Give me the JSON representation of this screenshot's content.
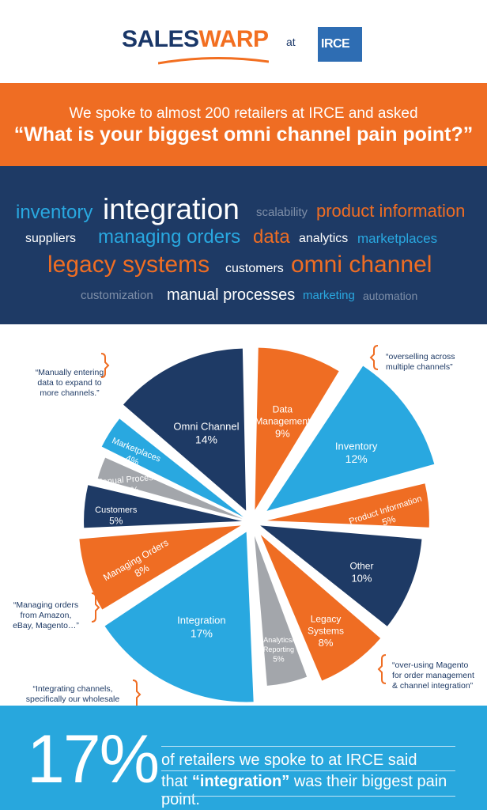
{
  "header": {
    "brand_part1": "SALES",
    "brand_part2": "WARP",
    "at": "at",
    "partner_logo": "IRCE"
  },
  "question": {
    "intro": "We spoke to almost 200 retailers at IRCE and asked",
    "headline": "“What is your biggest omni channel pain point?”"
  },
  "word_cloud": [
    {
      "text": "inventory",
      "color": "#29a8e0"
    },
    {
      "text": "integration",
      "color": "#ffffff"
    },
    {
      "text": "scalability",
      "color": "#7f8fa8"
    },
    {
      "text": "product information",
      "color": "#ef6d23"
    },
    {
      "text": "suppliers",
      "color": "#ffffff"
    },
    {
      "text": "managing orders",
      "color": "#29a8e0"
    },
    {
      "text": "data",
      "color": "#ef6d23"
    },
    {
      "text": "analytics",
      "color": "#ffffff"
    },
    {
      "text": "marketplaces",
      "color": "#29a8e0"
    },
    {
      "text": "legacy systems",
      "color": "#ef6d23"
    },
    {
      "text": "customers",
      "color": "#ffffff"
    },
    {
      "text": "omni channel",
      "color": "#ef6d23"
    },
    {
      "text": "customization",
      "color": "#7f8fa8"
    },
    {
      "text": "manual processes",
      "color": "#ffffff"
    },
    {
      "text": "marketing",
      "color": "#29a8e0"
    },
    {
      "text": "automation",
      "color": "#7f8fa8"
    }
  ],
  "chart_data": {
    "type": "pie",
    "values_unit": "%",
    "slices": [
      {
        "label": "Data Management",
        "value": 9,
        "color": "#ef6d23"
      },
      {
        "label": "Inventory",
        "value": 12,
        "color": "#29a8e0"
      },
      {
        "label": "Product Information",
        "value": 5,
        "color": "#ef6d23"
      },
      {
        "label": "Other",
        "value": 10,
        "color": "#1e3a65"
      },
      {
        "label": "Legacy Systems",
        "value": 8,
        "color": "#ef6d23"
      },
      {
        "label": "Analytics/ Reporting",
        "value": 5,
        "color": "#a3a6ab"
      },
      {
        "label": "Integration",
        "value": 17,
        "color": "#29a8e0"
      },
      {
        "label": "Managing Orders",
        "value": 8,
        "color": "#ef6d23"
      },
      {
        "label": "Customers",
        "value": 5,
        "color": "#1e3a65"
      },
      {
        "label": "Manual Processes",
        "value": 3,
        "color": "#a3a6ab"
      },
      {
        "label": "Marketplaces",
        "value": 4,
        "color": "#29a8e0"
      },
      {
        "label": "Omni Channel",
        "value": 14,
        "color": "#1e3a65"
      }
    ],
    "annotations": [
      {
        "text": "“Manually entering data to expand to more channels.”",
        "slice": "Omni Channel"
      },
      {
        "text": "“overselling across multiple channels”",
        "slice": "Inventory"
      },
      {
        "text": "“Managing orders from Amazon, eBay, Magento…”",
        "slice": "Managing Orders"
      },
      {
        "text": "“over-using Magento for order management & channel integration”",
        "slice": "Legacy Systems"
      },
      {
        "text": "“Integrating channels, specifically our wholesale and retail databases”",
        "slice": "Integration"
      }
    ]
  },
  "summary": {
    "percent": "17%",
    "line1": "of retailers we spoke to at IRCE said",
    "line2_pre": "that",
    "line2_bold": "“integration”",
    "line2_post": "was their biggest pain point."
  }
}
